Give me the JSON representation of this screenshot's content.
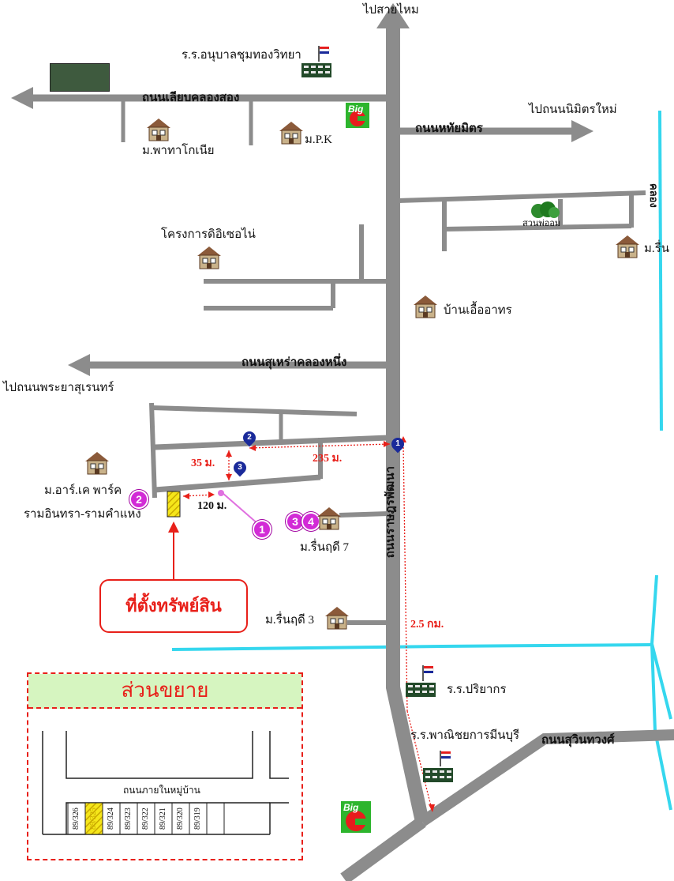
{
  "labels": {
    "to_sai_mai": "ไปสายไหม",
    "school_anuban": "ร.ร.อนุบาลชุมทองวิทยา",
    "road_liap_khlong_song": "ถนนเลียบคลองสอง",
    "to_nimit_mai": "ไปถนนนิมิตรใหม่",
    "road_hathai_rat": "ถนนหทัยมิตร",
    "moo_pattaya": "ม.พาทาโกเนีย",
    "moo_pk": "ม.P.K",
    "project_deoe": "โครงการดิอิเซอไน่",
    "park": "สวนพ่ออม",
    "khlong_label": "คลอง",
    "moo_rin": "ม.รื่น",
    "ban_uea_athon": "บ้านเอื้ออาทร",
    "road_suphra_khlong_nueng": "ถนนสุเหร่าคลองหนึ่ง",
    "to_phraya_suren": "ไปถนนพระยาสุเรนทร์",
    "moo_rk_park_line1": "ม.อาร์.เค พาร์ค",
    "moo_rk_park_line2": "รามอินทรา-รามคำแหง",
    "road_ratphatthana": "ถนนราษฎรพัฒนา",
    "moo_rueen_rudee_7": "ม.รื่นฤดี 7",
    "moo_rueen_rudee_3": "ม.รื่นฤดี 3",
    "school_pariyakorn": "ร.ร.ปริยากร",
    "school_commerce": "ร.ร.พาณิชยการมีนบุรี",
    "road_suwinthawong": "ถนนสุวินทวงศ์",
    "property_location": "ที่ตั้งทรัพย์สิน"
  },
  "distances": {
    "d35": "35 ม.",
    "d235": "235 ม.",
    "d120": "120 ม.",
    "d2_5km": "2.5 กม."
  },
  "markers": {
    "pin1": "1",
    "pin2": "2",
    "pin3": "3",
    "bubble1": "1",
    "bubble2": "2",
    "bubble3": "3",
    "bubble4": "4"
  },
  "inset": {
    "title": "ส่วนขยาย",
    "inner_road": "ถนนภายในหมู่บ้าน",
    "lots": [
      "89/326",
      "89/325",
      "89/324",
      "89/323",
      "89/322",
      "89/321",
      "89/320",
      "89/319"
    ],
    "highlighted_lot": "89/325"
  },
  "logos": {
    "big_c": "Big"
  },
  "colors": {
    "road": "#8c8c8c",
    "canal": "#35d7ee",
    "accent_red": "#e8201a",
    "marker_magenta": "#d22bd6",
    "pin_blue": "#1a2a9a",
    "highlight_yellow": "#f5e61a"
  }
}
